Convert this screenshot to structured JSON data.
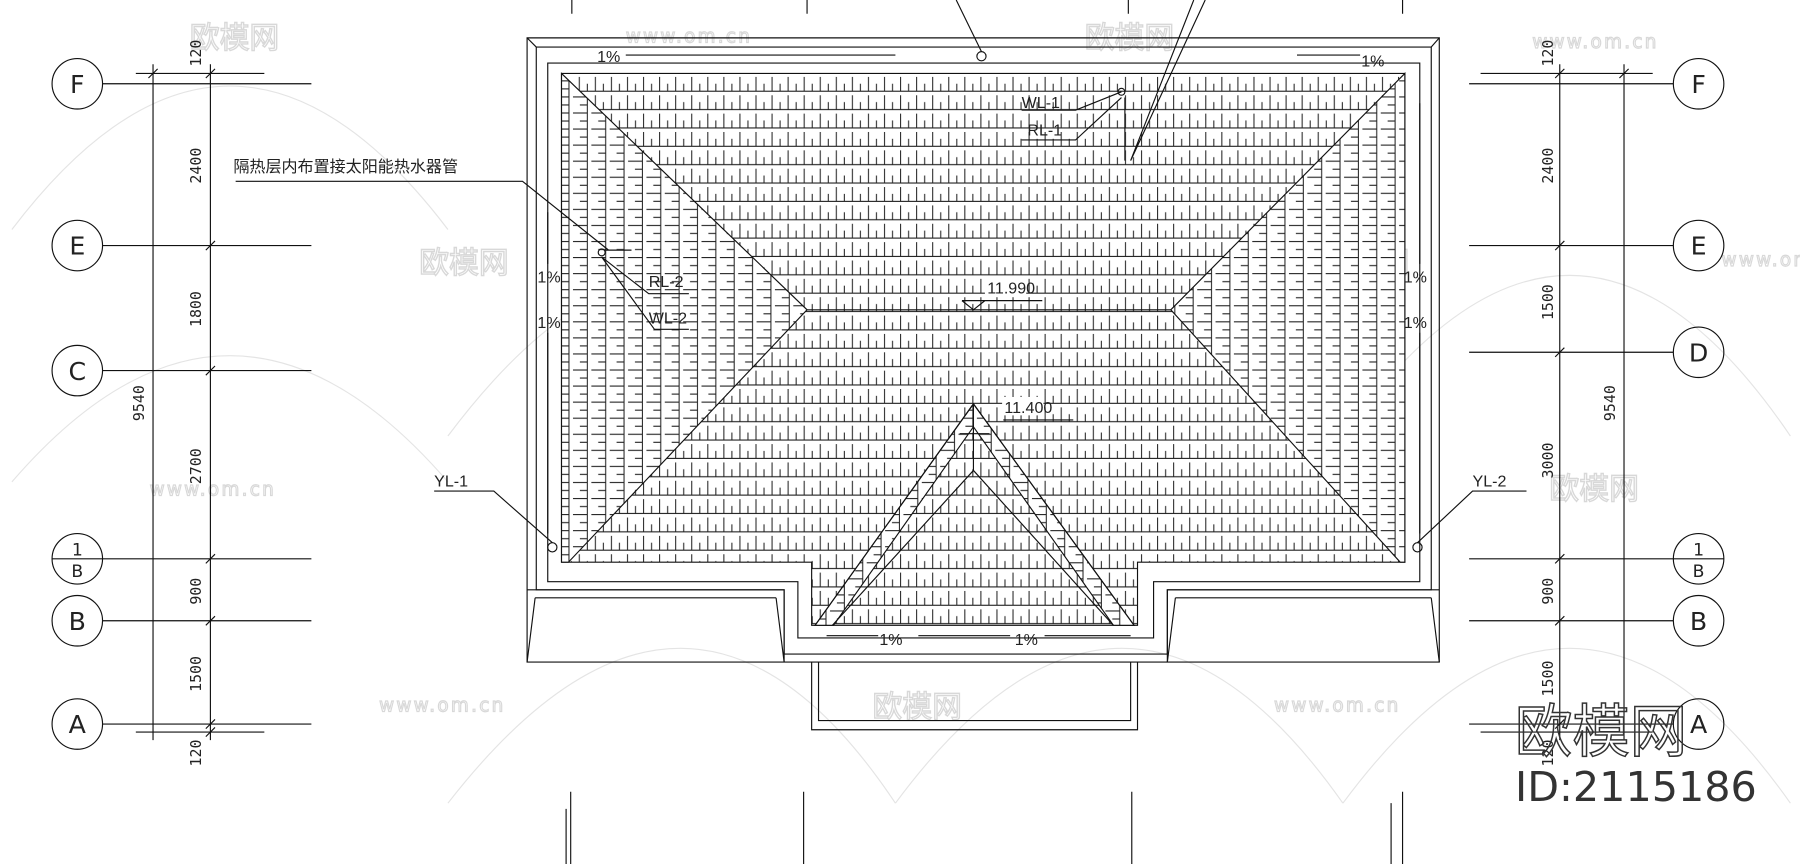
{
  "drawing": {
    "note": "隔热层内布置接太阳能热水器管",
    "pipes": {
      "wl1": "WL-1",
      "rl1": "RL-1",
      "rl2": "RL-2",
      "wl2": "WL-2",
      "yl1": "YL-1",
      "yl2": "YL-2"
    },
    "elevations": {
      "ridge": "11.990",
      "sub_ridge": "11.400"
    },
    "slope": "1%"
  },
  "left_axis": {
    "labels": {
      "f": "F",
      "e": "E",
      "c": "C",
      "b1_top": "1",
      "b1_bottom": "B",
      "b": "B",
      "a": "A"
    },
    "dims": [
      "120",
      "2400",
      "1800",
      "2700",
      "900",
      "1500",
      "120"
    ],
    "total": "9540"
  },
  "right_axis": {
    "labels": {
      "f": "F",
      "e": "E",
      "d": "D",
      "b1_top": "1",
      "b1_bottom": "B",
      "b": "B",
      "a": "A"
    },
    "dims": [
      "120",
      "2400",
      "1500",
      "3000",
      "900",
      "1500",
      "120"
    ],
    "total": "9540"
  },
  "watermark": {
    "site": "www.om.cn",
    "brand": "欧模网",
    "id": "ID:2115186"
  }
}
